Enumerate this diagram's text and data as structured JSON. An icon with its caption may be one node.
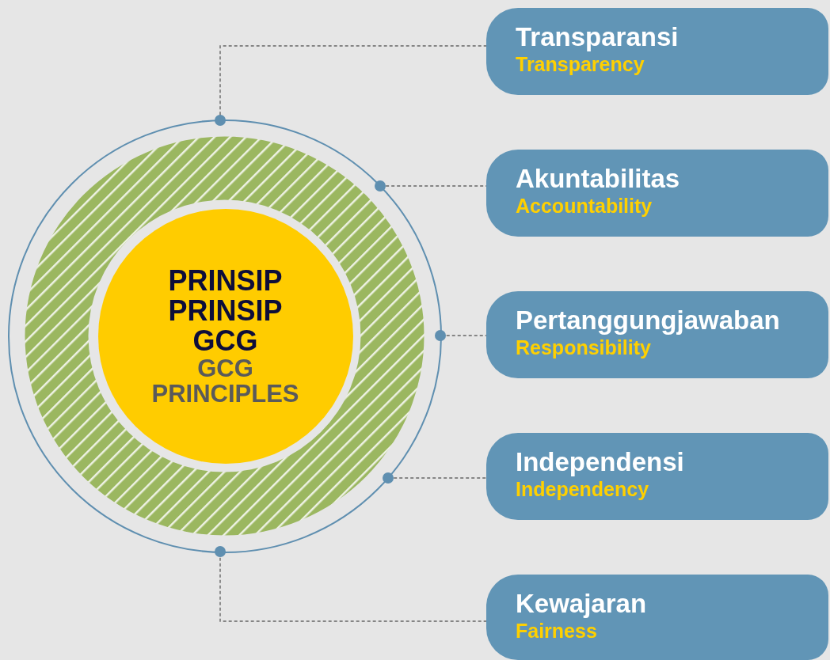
{
  "diagram": {
    "nodes": [
      {
        "text": [],
        "shape": "circle"
      },
      {
        "text": [
          "PRINSIP PRINSIP GCG",
          "GCG PRINCIPLES"
        ],
        "in": 0
      },
      {
        "text": [
          "Transparansi",
          "Transparency"
        ]
      },
      {
        "text": [
          "Akuntabilitas",
          "Accountability"
        ]
      },
      {
        "text": [
          "Pertanggungjawaban",
          "Responsibility"
        ]
      },
      {
        "text": [
          "Independensi",
          "Independency"
        ]
      },
      {
        "text": [
          "Kewajaran",
          "Fairness"
        ]
      },
      {
        "text": [],
        "shape": "circle",
        "in": 0
      },
      {
        "text": [],
        "shape": "circle",
        "in": 0
      },
      {
        "text": [],
        "shape": "circle",
        "in": 0
      },
      {
        "text": [],
        "shape": "circle",
        "in": 0
      },
      {
        "text": [],
        "shape": "circle",
        "in": 0
      }
    ],
    "edges": [
      {
        "from": 7,
        "to": 2,
        "arrow": "none",
        "style": "dashed"
      },
      {
        "from": 8,
        "to": 3,
        "arrow": "none",
        "style": "dashed"
      },
      {
        "from": 9,
        "to": 4,
        "arrow": "none",
        "style": "dashed"
      },
      {
        "from": 10,
        "to": 5,
        "arrow": "none",
        "style": "dashed"
      },
      {
        "from": 11,
        "to": 6,
        "arrow": "none",
        "style": "dashed"
      }
    ]
  }
}
